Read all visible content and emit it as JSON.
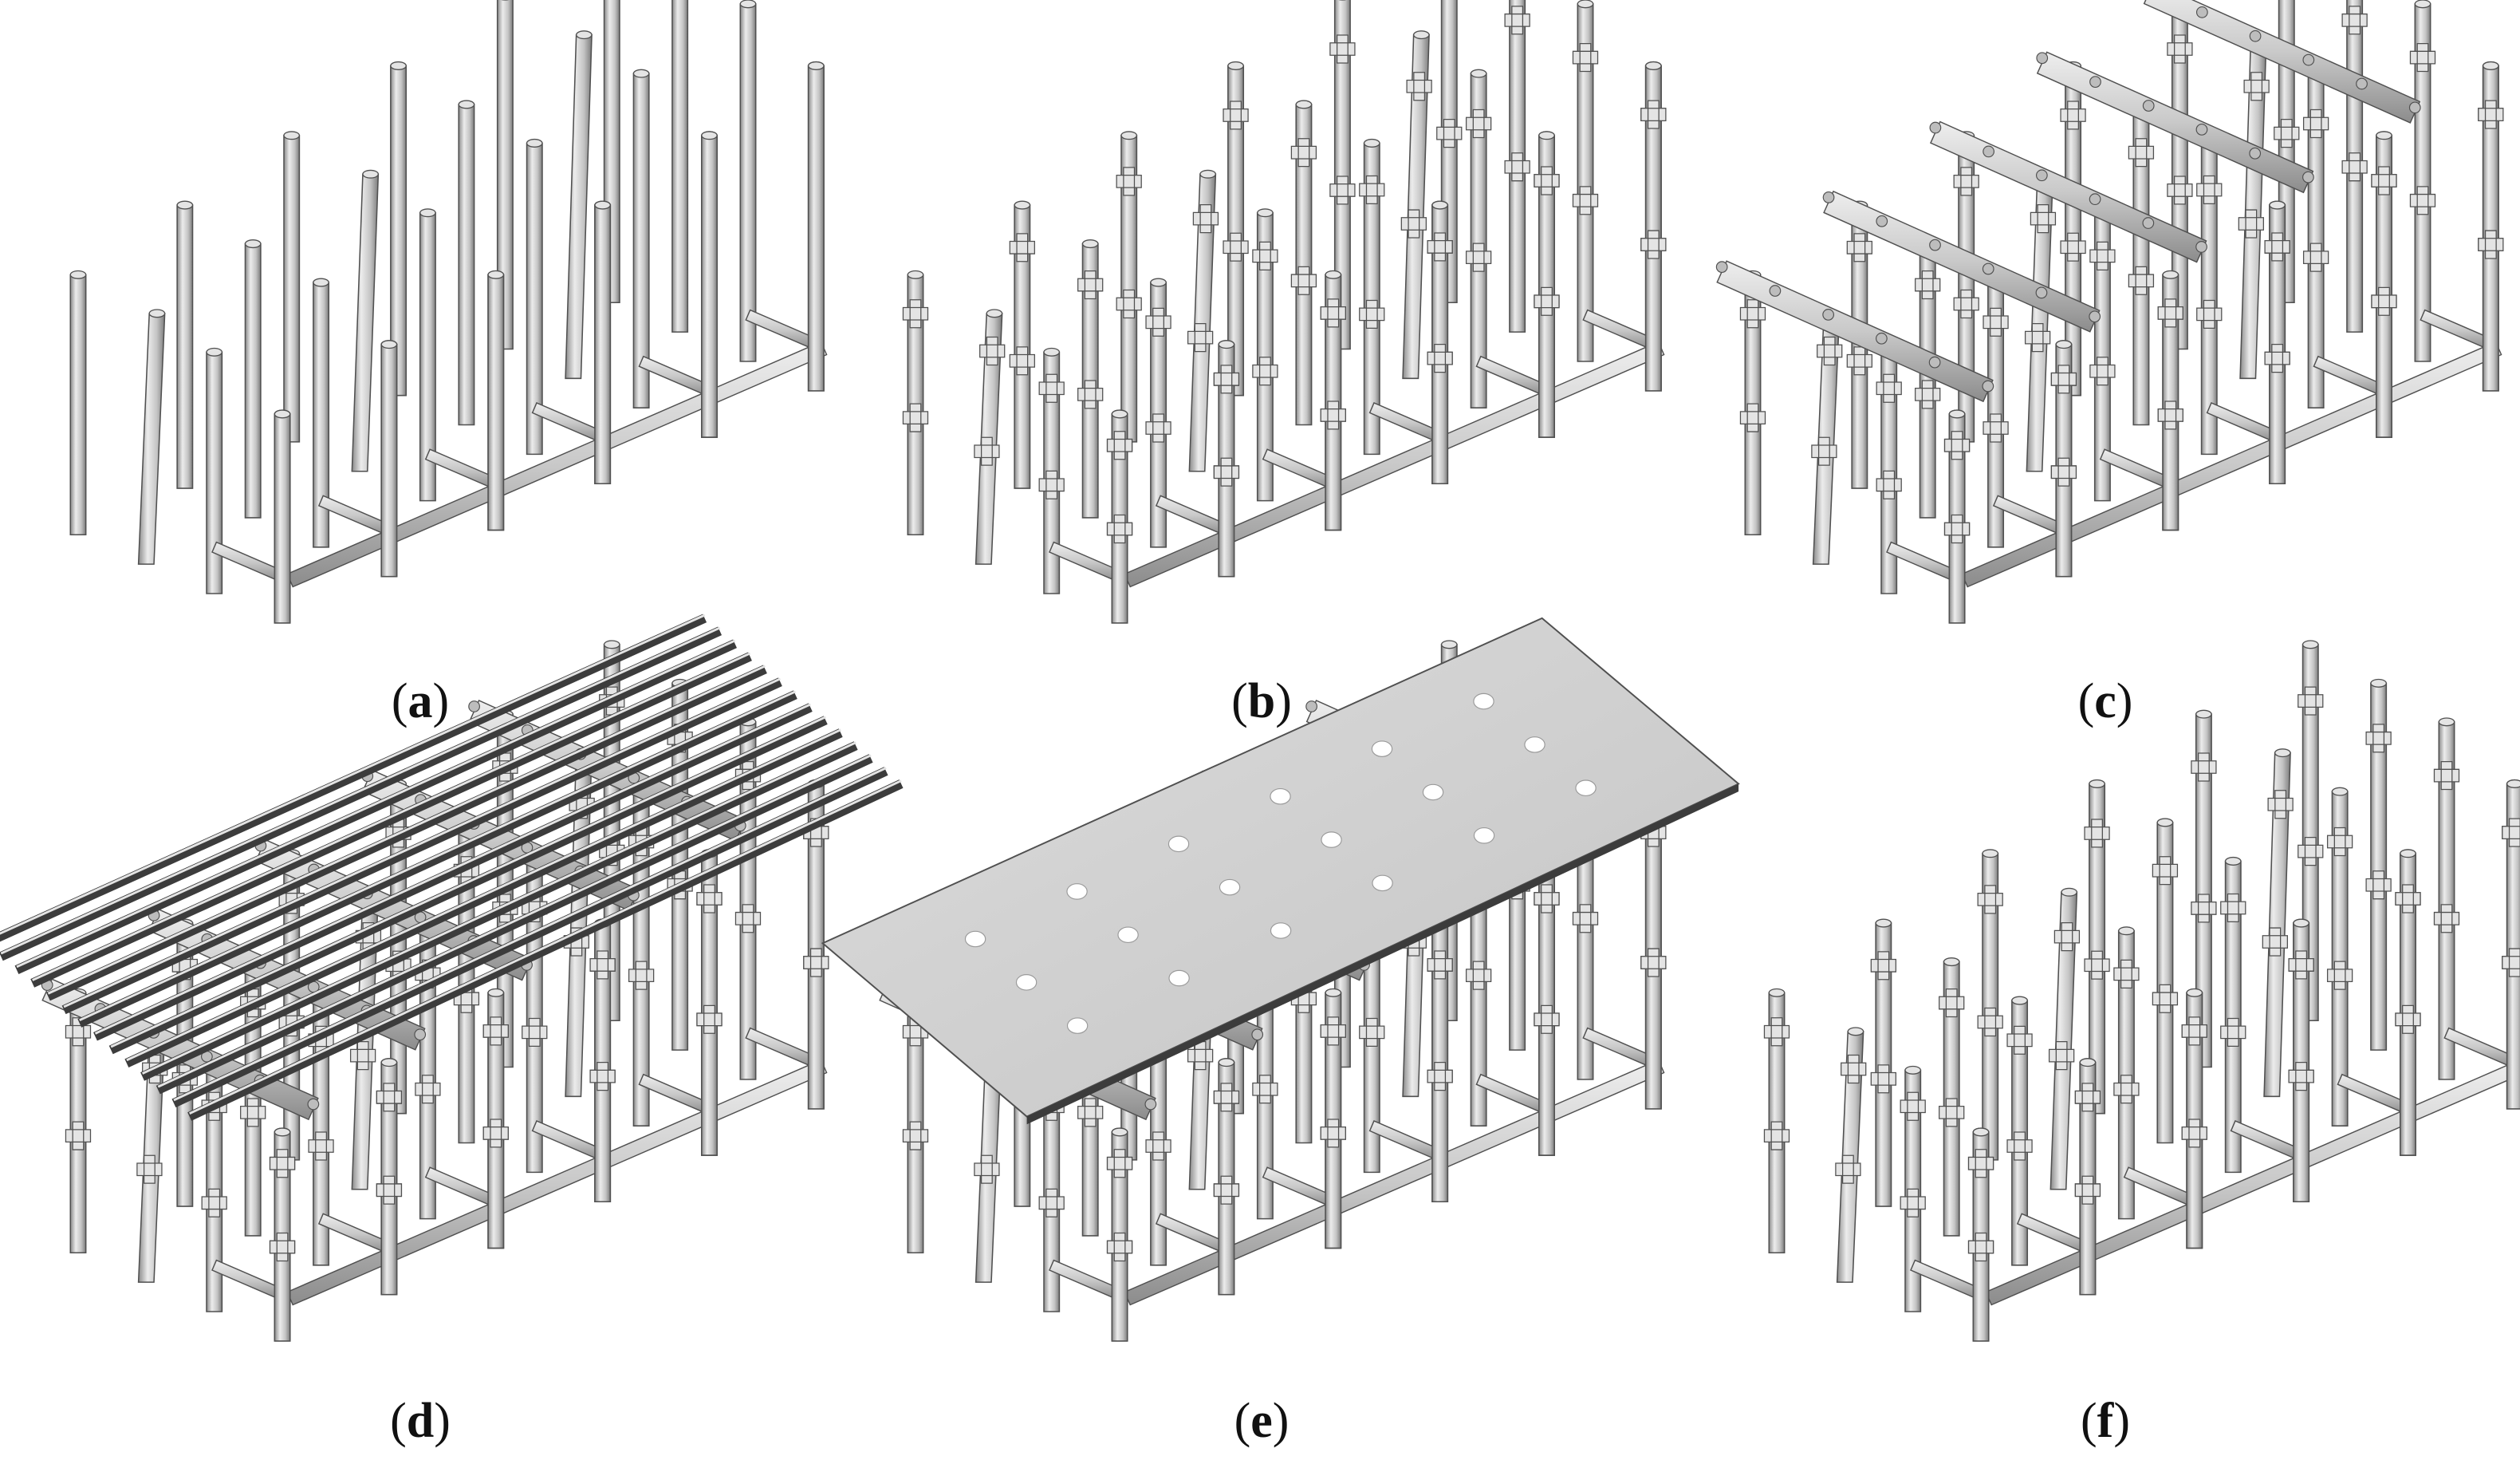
{
  "figure": {
    "panels": [
      {
        "id": "a",
        "label": "a",
        "stage": "posts"
      },
      {
        "id": "b",
        "label": "b",
        "stage": "posts-with-clamps"
      },
      {
        "id": "c",
        "label": "c",
        "stage": "posts-with-beams"
      },
      {
        "id": "d",
        "label": "d",
        "stage": "joists"
      },
      {
        "id": "e",
        "label": "e",
        "stage": "deck-plate"
      },
      {
        "id": "f",
        "label": "f",
        "stage": "posts-with-clamps"
      }
    ],
    "colors": {
      "background": "#ffffff",
      "steel_light": "#e4e4e4",
      "steel_mid": "#bdbdbd",
      "steel_dark": "#7a7a7a",
      "outline": "#505050",
      "deck": "#cfcfcf",
      "joist_dark": "#3c3c3c"
    }
  }
}
